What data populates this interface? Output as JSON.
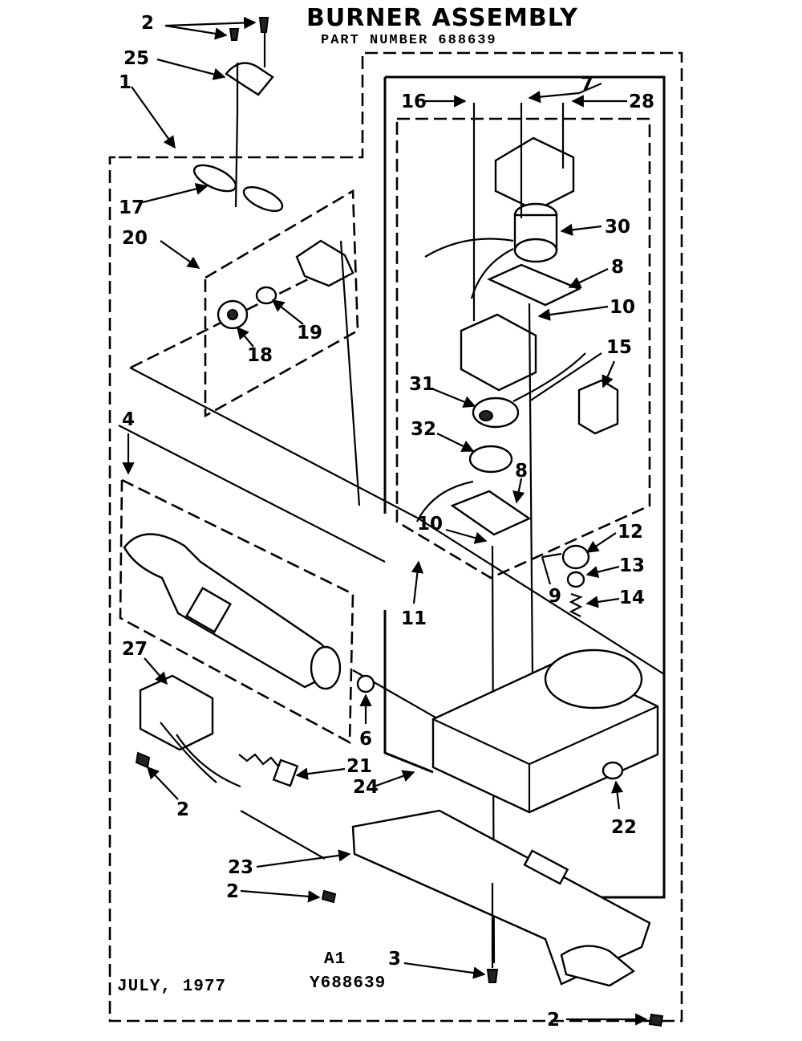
{
  "title": "BURNER ASSEMBLY",
  "part_number": "PART NUMBER 688639",
  "footer": {
    "date": "JULY, 1977",
    "revision": "A1",
    "drawing_id": "Y688639"
  },
  "callouts": {
    "c2a": "2",
    "c25": "25",
    "c1": "1",
    "c16": "16",
    "c7": "7",
    "c28": "28",
    "c17": "17",
    "c20": "20",
    "c30": "30",
    "c8a": "8",
    "c10a": "10",
    "c15": "15",
    "c19": "19",
    "c18": "18",
    "c31": "31",
    "c32": "32",
    "c8b": "8",
    "c4": "4",
    "c10b": "10",
    "c12": "12",
    "c13": "13",
    "c9": "9",
    "c14": "14",
    "c11": "11",
    "c27": "27",
    "c6": "6",
    "c21": "21",
    "c24": "24",
    "c2b": "2",
    "c22": "22",
    "c23": "23",
    "c2c": "2",
    "c3": "3",
    "c2d": "2"
  }
}
